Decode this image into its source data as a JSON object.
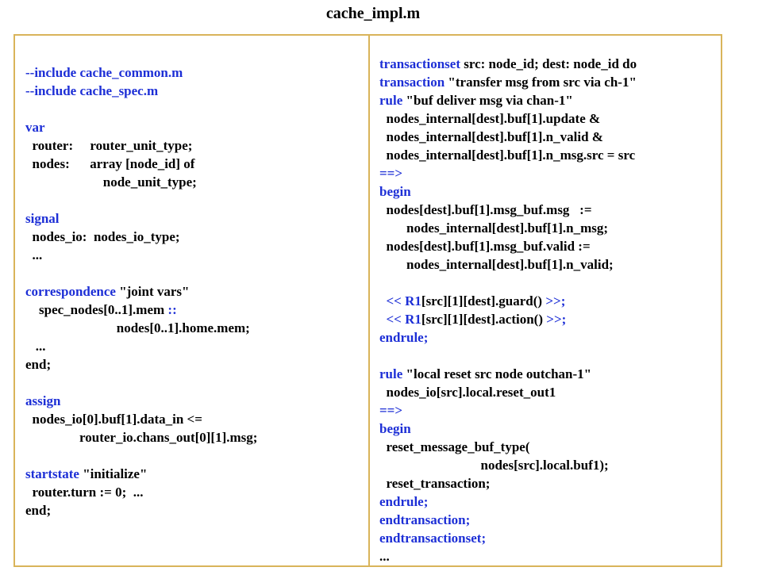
{
  "title": "cache_impl.m",
  "left_panel": {
    "lines": [
      [
        {
          "t": "--include cache_common.m",
          "kw": true
        }
      ],
      [
        {
          "t": "--include cache_spec.m",
          "kw": true
        }
      ],
      [
        {
          "t": ""
        }
      ],
      [
        {
          "t": "var",
          "kw": true
        }
      ],
      [
        {
          "t": "  router:     router_unit_type;"
        }
      ],
      [
        {
          "t": "  nodes:      array [node_id] of"
        }
      ],
      [
        {
          "t": "                       node_unit_type;"
        }
      ],
      [
        {
          "t": ""
        }
      ],
      [
        {
          "t": "signal",
          "kw": true
        }
      ],
      [
        {
          "t": "  nodes_io:  nodes_io_type;"
        }
      ],
      [
        {
          "t": "  ..."
        }
      ],
      [
        {
          "t": ""
        }
      ],
      [
        {
          "t": "correspondence",
          "kw": true
        },
        {
          "t": " \"joint vars\""
        }
      ],
      [
        {
          "t": "    spec_nodes[0..1].mem "
        },
        {
          "t": "::",
          "kw": true
        }
      ],
      [
        {
          "t": "                           nodes[0..1].home.mem;"
        }
      ],
      [
        {
          "t": "   ..."
        }
      ],
      [
        {
          "t": "end;"
        }
      ],
      [
        {
          "t": ""
        }
      ],
      [
        {
          "t": "assign",
          "kw": true
        }
      ],
      [
        {
          "t": "  nodes_io[0].buf[1].data_in <="
        }
      ],
      [
        {
          "t": "                router_io.chans_out[0][1].msg;"
        }
      ],
      [
        {
          "t": ""
        }
      ],
      [
        {
          "t": "startstate",
          "kw": true
        },
        {
          "t": " \"initialize\""
        }
      ],
      [
        {
          "t": "  router.turn := 0;  ..."
        }
      ],
      [
        {
          "t": "end;"
        }
      ]
    ]
  },
  "right_panel": {
    "lines": [
      [
        {
          "t": "transactionset",
          "kw": true
        },
        {
          "t": " src: node_id; dest: node_id do"
        }
      ],
      [
        {
          "t": "transaction",
          "kw": true
        },
        {
          "t": " \"transfer msg from src via ch-1\""
        }
      ],
      [
        {
          "t": "rule",
          "kw": true
        },
        {
          "t": " \"buf deliver msg via chan-1\""
        }
      ],
      [
        {
          "t": "  nodes_internal[dest].buf[1].update &"
        }
      ],
      [
        {
          "t": "  nodes_internal[dest].buf[1].n_valid &"
        }
      ],
      [
        {
          "t": "  nodes_internal[dest].buf[1].n_msg.src = src"
        }
      ],
      [
        {
          "t": "==>",
          "kw": true
        }
      ],
      [
        {
          "t": "begin",
          "kw": true
        }
      ],
      [
        {
          "t": "  nodes[dest].buf[1].msg_buf.msg   :="
        }
      ],
      [
        {
          "t": "        nodes_internal[dest].buf[1].n_msg;"
        }
      ],
      [
        {
          "t": "  nodes[dest].buf[1].msg_buf.valid :="
        }
      ],
      [
        {
          "t": "        nodes_internal[dest].buf[1].n_valid;"
        }
      ],
      [
        {
          "t": ""
        }
      ],
      [
        {
          "t": "  << ",
          "kw": true
        },
        {
          "t": "R1",
          "kw": true
        },
        {
          "t": "[src][1][dest].guard() "
        },
        {
          "t": ">>;",
          "kw": true
        }
      ],
      [
        {
          "t": "  << ",
          "kw": true
        },
        {
          "t": "R1",
          "kw": true
        },
        {
          "t": "[src][1][dest].action() "
        },
        {
          "t": ">>;",
          "kw": true
        }
      ],
      [
        {
          "t": "endrule;",
          "kw": true
        }
      ],
      [
        {
          "t": ""
        }
      ],
      [
        {
          "t": "rule",
          "kw": true
        },
        {
          "t": " \"local reset src node outchan-1\""
        }
      ],
      [
        {
          "t": "  nodes_io[src].local.reset_out1"
        }
      ],
      [
        {
          "t": "==>",
          "kw": true
        }
      ],
      [
        {
          "t": "begin",
          "kw": true
        }
      ],
      [
        {
          "t": "  reset_message_buf_type("
        }
      ],
      [
        {
          "t": "                              nodes[src].local.buf1);"
        }
      ],
      [
        {
          "t": "  reset_transaction;"
        }
      ],
      [
        {
          "t": "endrule;",
          "kw": true
        }
      ],
      [
        {
          "t": "endtransaction;",
          "kw": true
        }
      ],
      [
        {
          "t": "endtransactionset;",
          "kw": true
        }
      ],
      [
        {
          "t": "..."
        }
      ]
    ]
  }
}
